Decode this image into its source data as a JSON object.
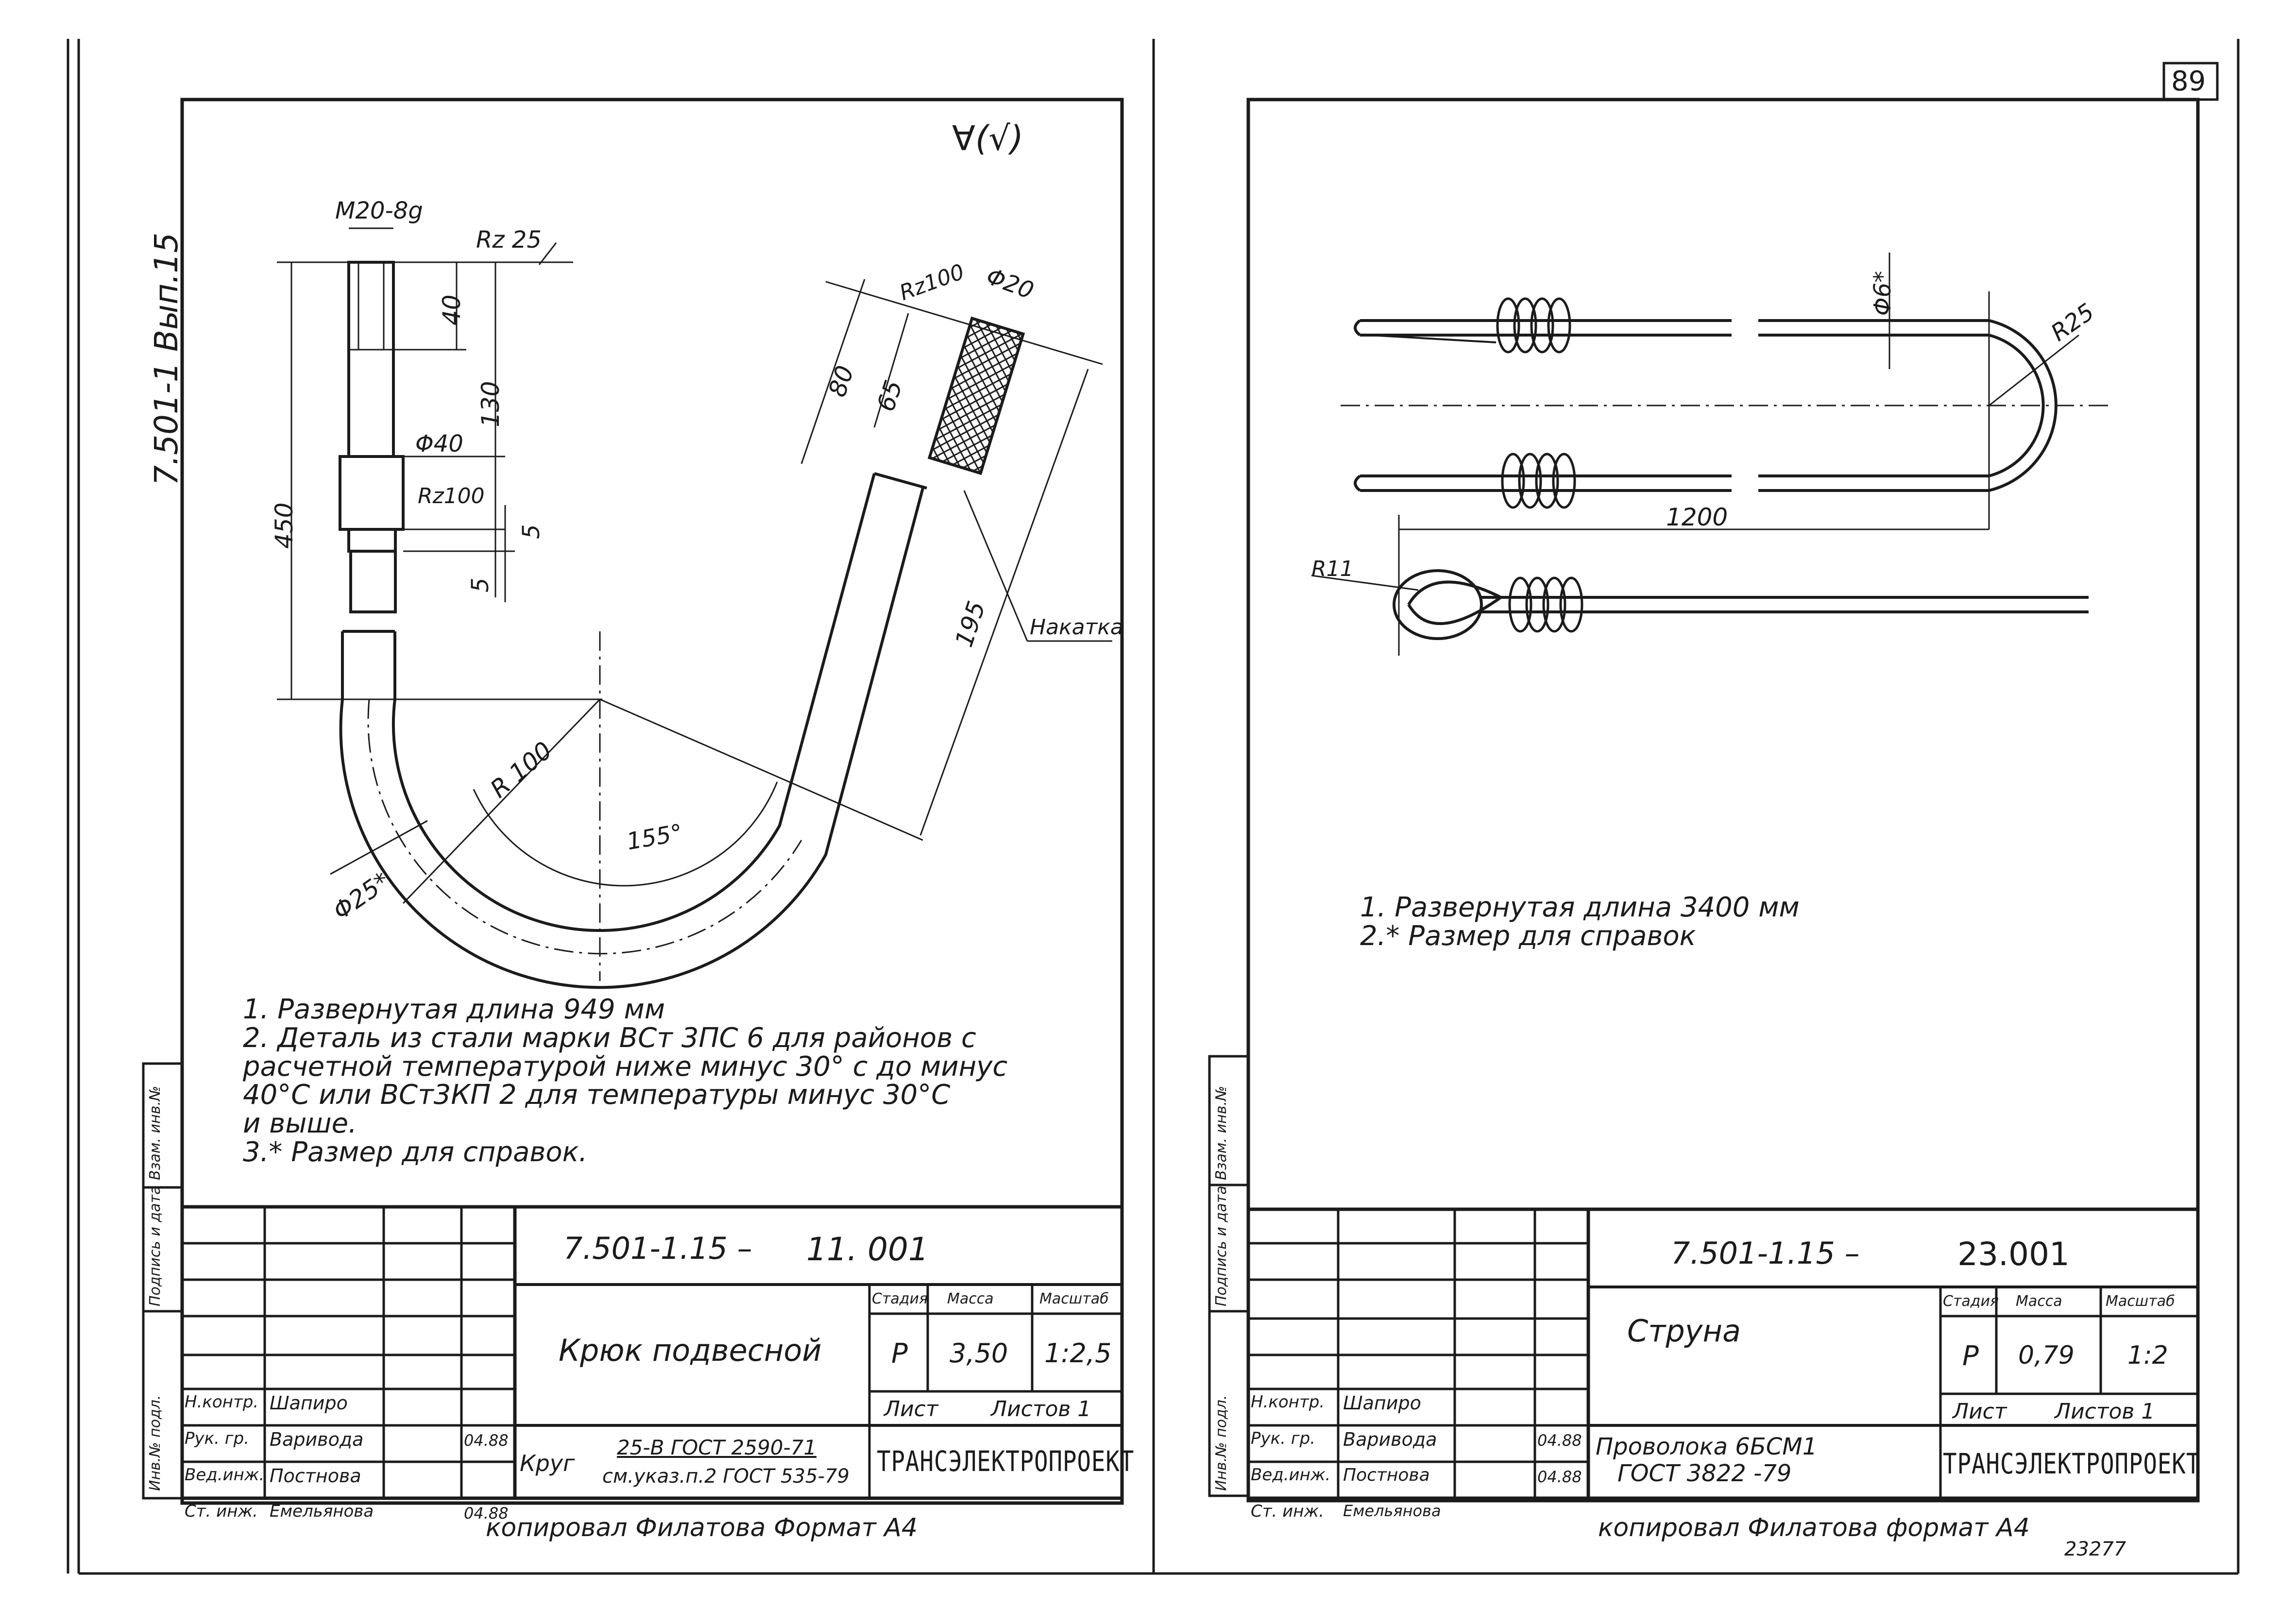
{
  "page_number": "89",
  "bottom_number": "23277",
  "left_side_label": "7.501-1 Вып.15",
  "left_sheet": {
    "roughness_symbol": "∀(√)",
    "dims": {
      "thread": "M20-8g",
      "rz25": "Rz 25",
      "d40_len": "40",
      "d130": "130",
      "d450": "450",
      "phi40": "Φ40",
      "rz100_a": "Rz100",
      "d5a": "5",
      "d5b": "5",
      "rz100_b": "Rz100",
      "phi20": "Φ20",
      "d80": "80",
      "d65": "65",
      "d195": "195",
      "knurl": "Накатка",
      "r100": "R 100",
      "angle": "155°",
      "phi25": "Φ25*"
    },
    "notes": [
      "1.  Развернутая длина  949 мм",
      "2.  Деталь  из стали марки  ВСт 3ПС 6  для районов с",
      "расчетной температурой ниже минус  30° с до минус",
      "40°С или ВСт3КП 2 для температуры  минус 30°С",
      "и выше.",
      "3.* Размер для справок."
    ],
    "title_block": {
      "doc_number": "7.501-1.15 –",
      "doc_suffix": "11. 001",
      "title": "Крюк подвесной",
      "stage_hdr": "Стадия",
      "mass_hdr": "Масса",
      "scale_hdr": "Масштаб",
      "stage": "Р",
      "mass": "3,50",
      "scale": "1:2,5",
      "sheet_label": "Лист",
      "sheets_label": "Листов 1",
      "material_label": "Круг",
      "material_line1": "25-В ГОСТ 2590-71",
      "material_line2": "см.указ.п.2 ГОСТ 535-79",
      "org": "ТРАНСЭЛЕКТРОПРОЕКТ",
      "roles": [
        "Н.контр.",
        "Рук. гр.",
        "Вед.инж.",
        "Ст. инж."
      ],
      "names": [
        "Шапиро",
        "Варивода",
        "Постнова",
        "Емельянова"
      ],
      "sign_dates": [
        "",
        "04.88",
        "",
        "04.88"
      ]
    },
    "footer": "копировал  Филатова   Формат А4",
    "side_cells": [
      "Инв.№ подл.",
      "Подпись и дата",
      "Взам. инв.№"
    ]
  },
  "right_sheet": {
    "dims": {
      "phi6": "Φ6*",
      "r25": "R25",
      "d1200": "1200",
      "r11": "R11"
    },
    "notes": [
      "1. Развернутая длина  3400 мм",
      "2.* Размер для справок"
    ],
    "title_block": {
      "doc_number": "7.501-1.15 –",
      "doc_suffix": "23.001",
      "title": "Струна",
      "stage_hdr": "Стадия",
      "mass_hdr": "Масса",
      "scale_hdr": "Масштаб",
      "stage": "Р",
      "mass": "0,79",
      "scale": "1:2",
      "sheet_label": "Лист",
      "sheets_label": "Листов 1",
      "material_line1": "Проволока 6БСМ1",
      "material_line2": "ГОСТ 3822 -79",
      "org": "ТРАНСЭЛЕКТРОПРОЕКТ",
      "roles": [
        "Н.контр.",
        "Рук. гр.",
        "Вед.инж.",
        "Ст. инж."
      ],
      "names": [
        "Шапиро",
        "Варивода",
        "Постнова",
        "Емельянова"
      ],
      "sign_dates": [
        "",
        "04.88",
        "04.88",
        ""
      ]
    },
    "footer": "копировал  Филатова   формат А4",
    "side_cells": [
      "Инв.№ подл.",
      "Подпись и дата",
      "Взам. инв.№"
    ]
  }
}
